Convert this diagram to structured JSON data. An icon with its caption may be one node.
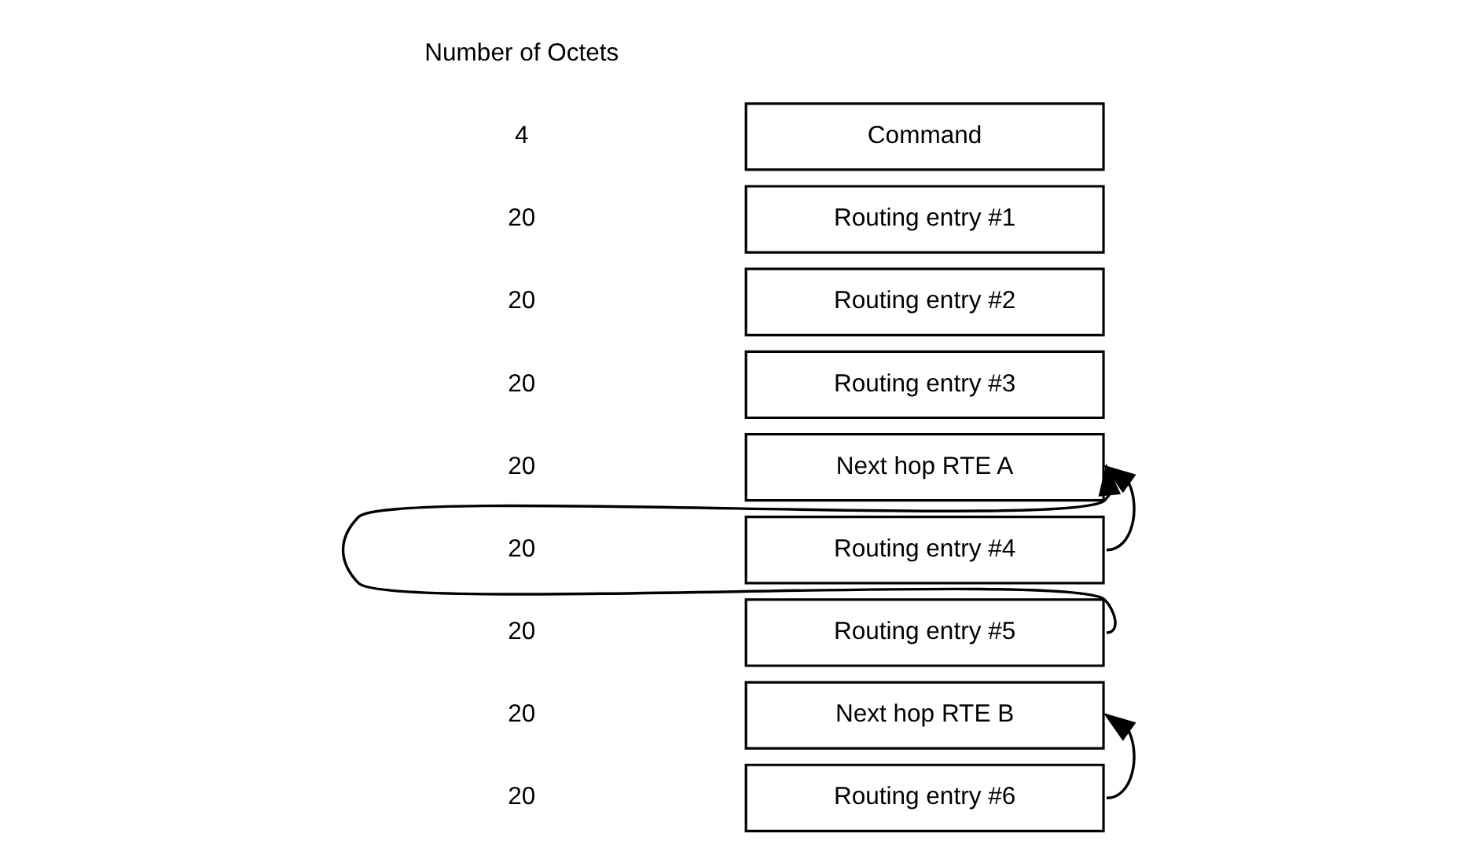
{
  "diagram": {
    "nodes": [
      {
        "text": [
          "Command"
        ]
      },
      {
        "text": [
          "Routing entry #1"
        ]
      },
      {
        "text": [
          "Routing entry #2"
        ]
      },
      {
        "text": [
          "Routing entry #3"
        ]
      },
      {
        "text": [
          "Next hop RTE A"
        ]
      },
      {
        "text": [
          "Routing entry #4"
        ]
      },
      {
        "text": [
          "Routing entry #5"
        ]
      },
      {
        "text": [
          "Next hop RTE B"
        ]
      },
      {
        "text": [
          "Routing entry #6"
        ]
      }
    ],
    "edges": [
      {
        "from": 5,
        "to": 4,
        "arrow": "to"
      },
      {
        "from": 6,
        "to": 4,
        "arrow": "to"
      },
      {
        "from": 8,
        "to": 7,
        "arrow": "to"
      }
    ],
    "labels": [
      "Number of Octets",
      "4",
      "20",
      "20",
      "20",
      "20",
      "20",
      "20",
      "20",
      "20"
    ]
  }
}
